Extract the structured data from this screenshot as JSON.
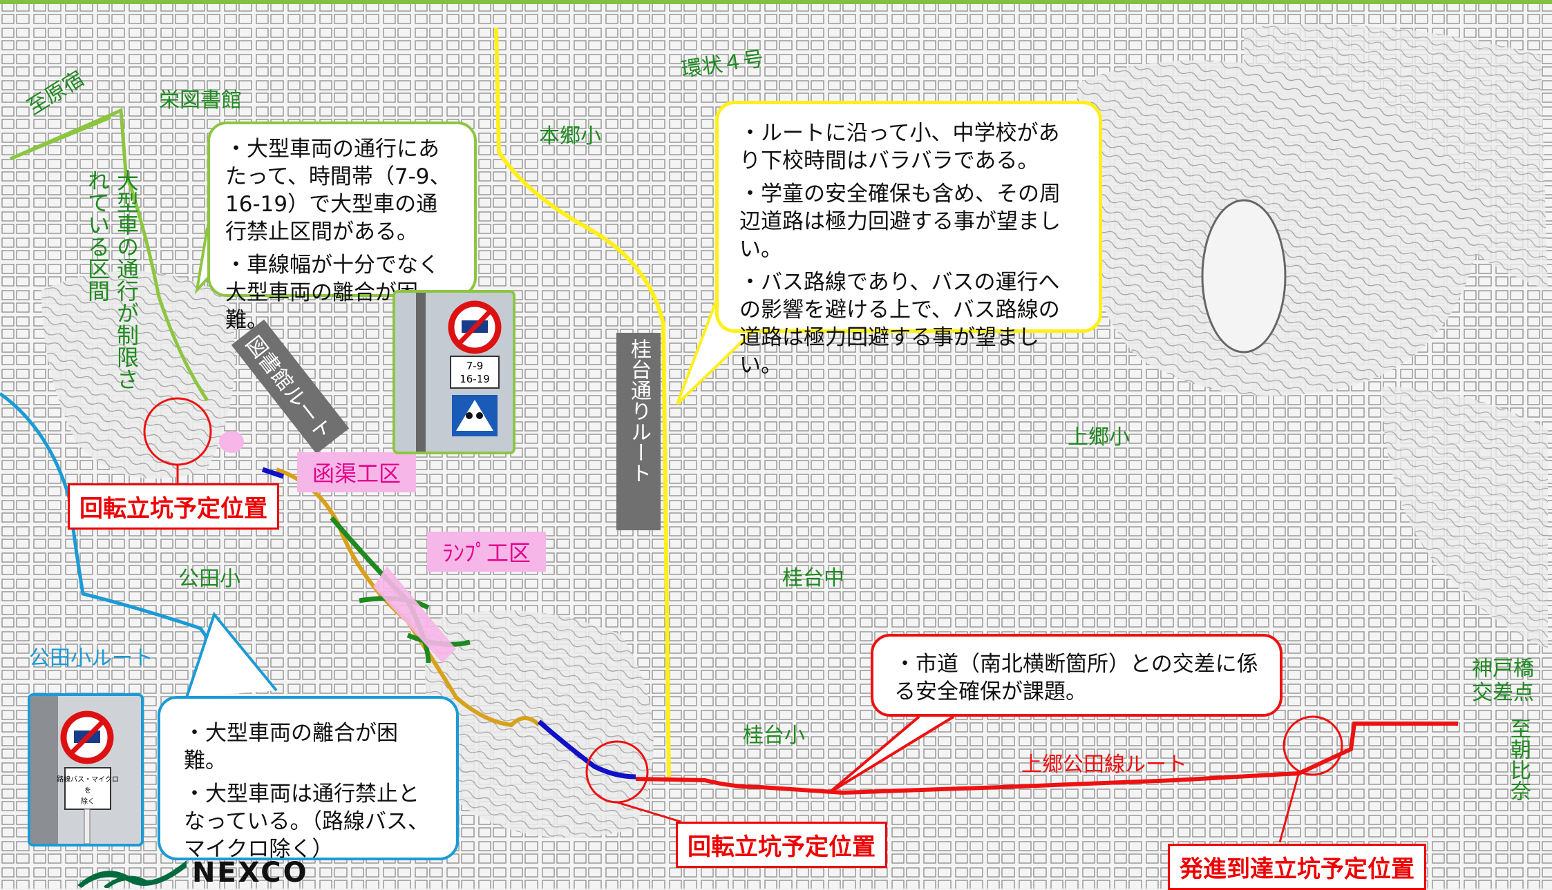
{
  "place_labels": {
    "to_harajuku": "至原宿",
    "sakae_library": "栄図書館",
    "kanjo4": "環状４号",
    "hongo_elem": "本郷小",
    "kamigo_elem": "上郷小",
    "katsuradai_jhs": "桂台中",
    "katsuradai_elem": "桂台小",
    "kuden_elem": "公田小",
    "kobebashi_line1": "神戸橋",
    "kobebashi_line2": "交差点",
    "to_asahina": "至朝比奈",
    "restricted_area": "大型車の通行が制限されている区間"
  },
  "routes": {
    "library_route": "図書館ルート",
    "katsuradai_route": "桂台通りルート",
    "kuden_route": "公田小ルート",
    "kamigo_kuden_route": "上郷公田線ルート",
    "colors": {
      "library": "#8cc63f",
      "katsuradai": "#ffef1a",
      "kuden": "#1a9bd7",
      "kamigo_kuden": "#ee1111"
    }
  },
  "work_sections": {
    "culvert": "函渠工区",
    "ramp": "ﾗﾝﾌﾟ工区"
  },
  "red_labels": {
    "rotating_shaft_left": "回転立坑予定位置",
    "rotating_shaft_center": "回転立坑予定位置",
    "launch_arrival_shaft": "発進到達立坑予定位置"
  },
  "callouts": {
    "library": [
      "・大型車両の通行にあたって、時間帯（7-9、16-19）で大型車の通行禁止区間がある。",
      "・車線幅が十分でなく大型車両の離合が困難。"
    ],
    "katsuradai": [
      "・ルートに沿って小、中学校があり下校時間はバラバラである。",
      "・学童の安全確保も含め、その周辺道路は極力回避する事が望ましい。",
      "・バス路線であり、バスの運行への影響を避ける上で、バス路線の道路は極力回避する事が望ましい。"
    ],
    "kuden": [
      "・大型車両の離合が困難。",
      "・大型車両は通行禁止となっている。（路線バス、マイクロ除く）"
    ],
    "kamigo": [
      "・市道（南北横断箇所）との交差に係る安全確保が課題。"
    ]
  },
  "signs": {
    "time_plate": "7-9\n16-19",
    "exception_plate": "路線バス・マイクロ\nを\n除く"
  },
  "logo": {
    "text": "NEXCO",
    "color": "#006b3f"
  }
}
